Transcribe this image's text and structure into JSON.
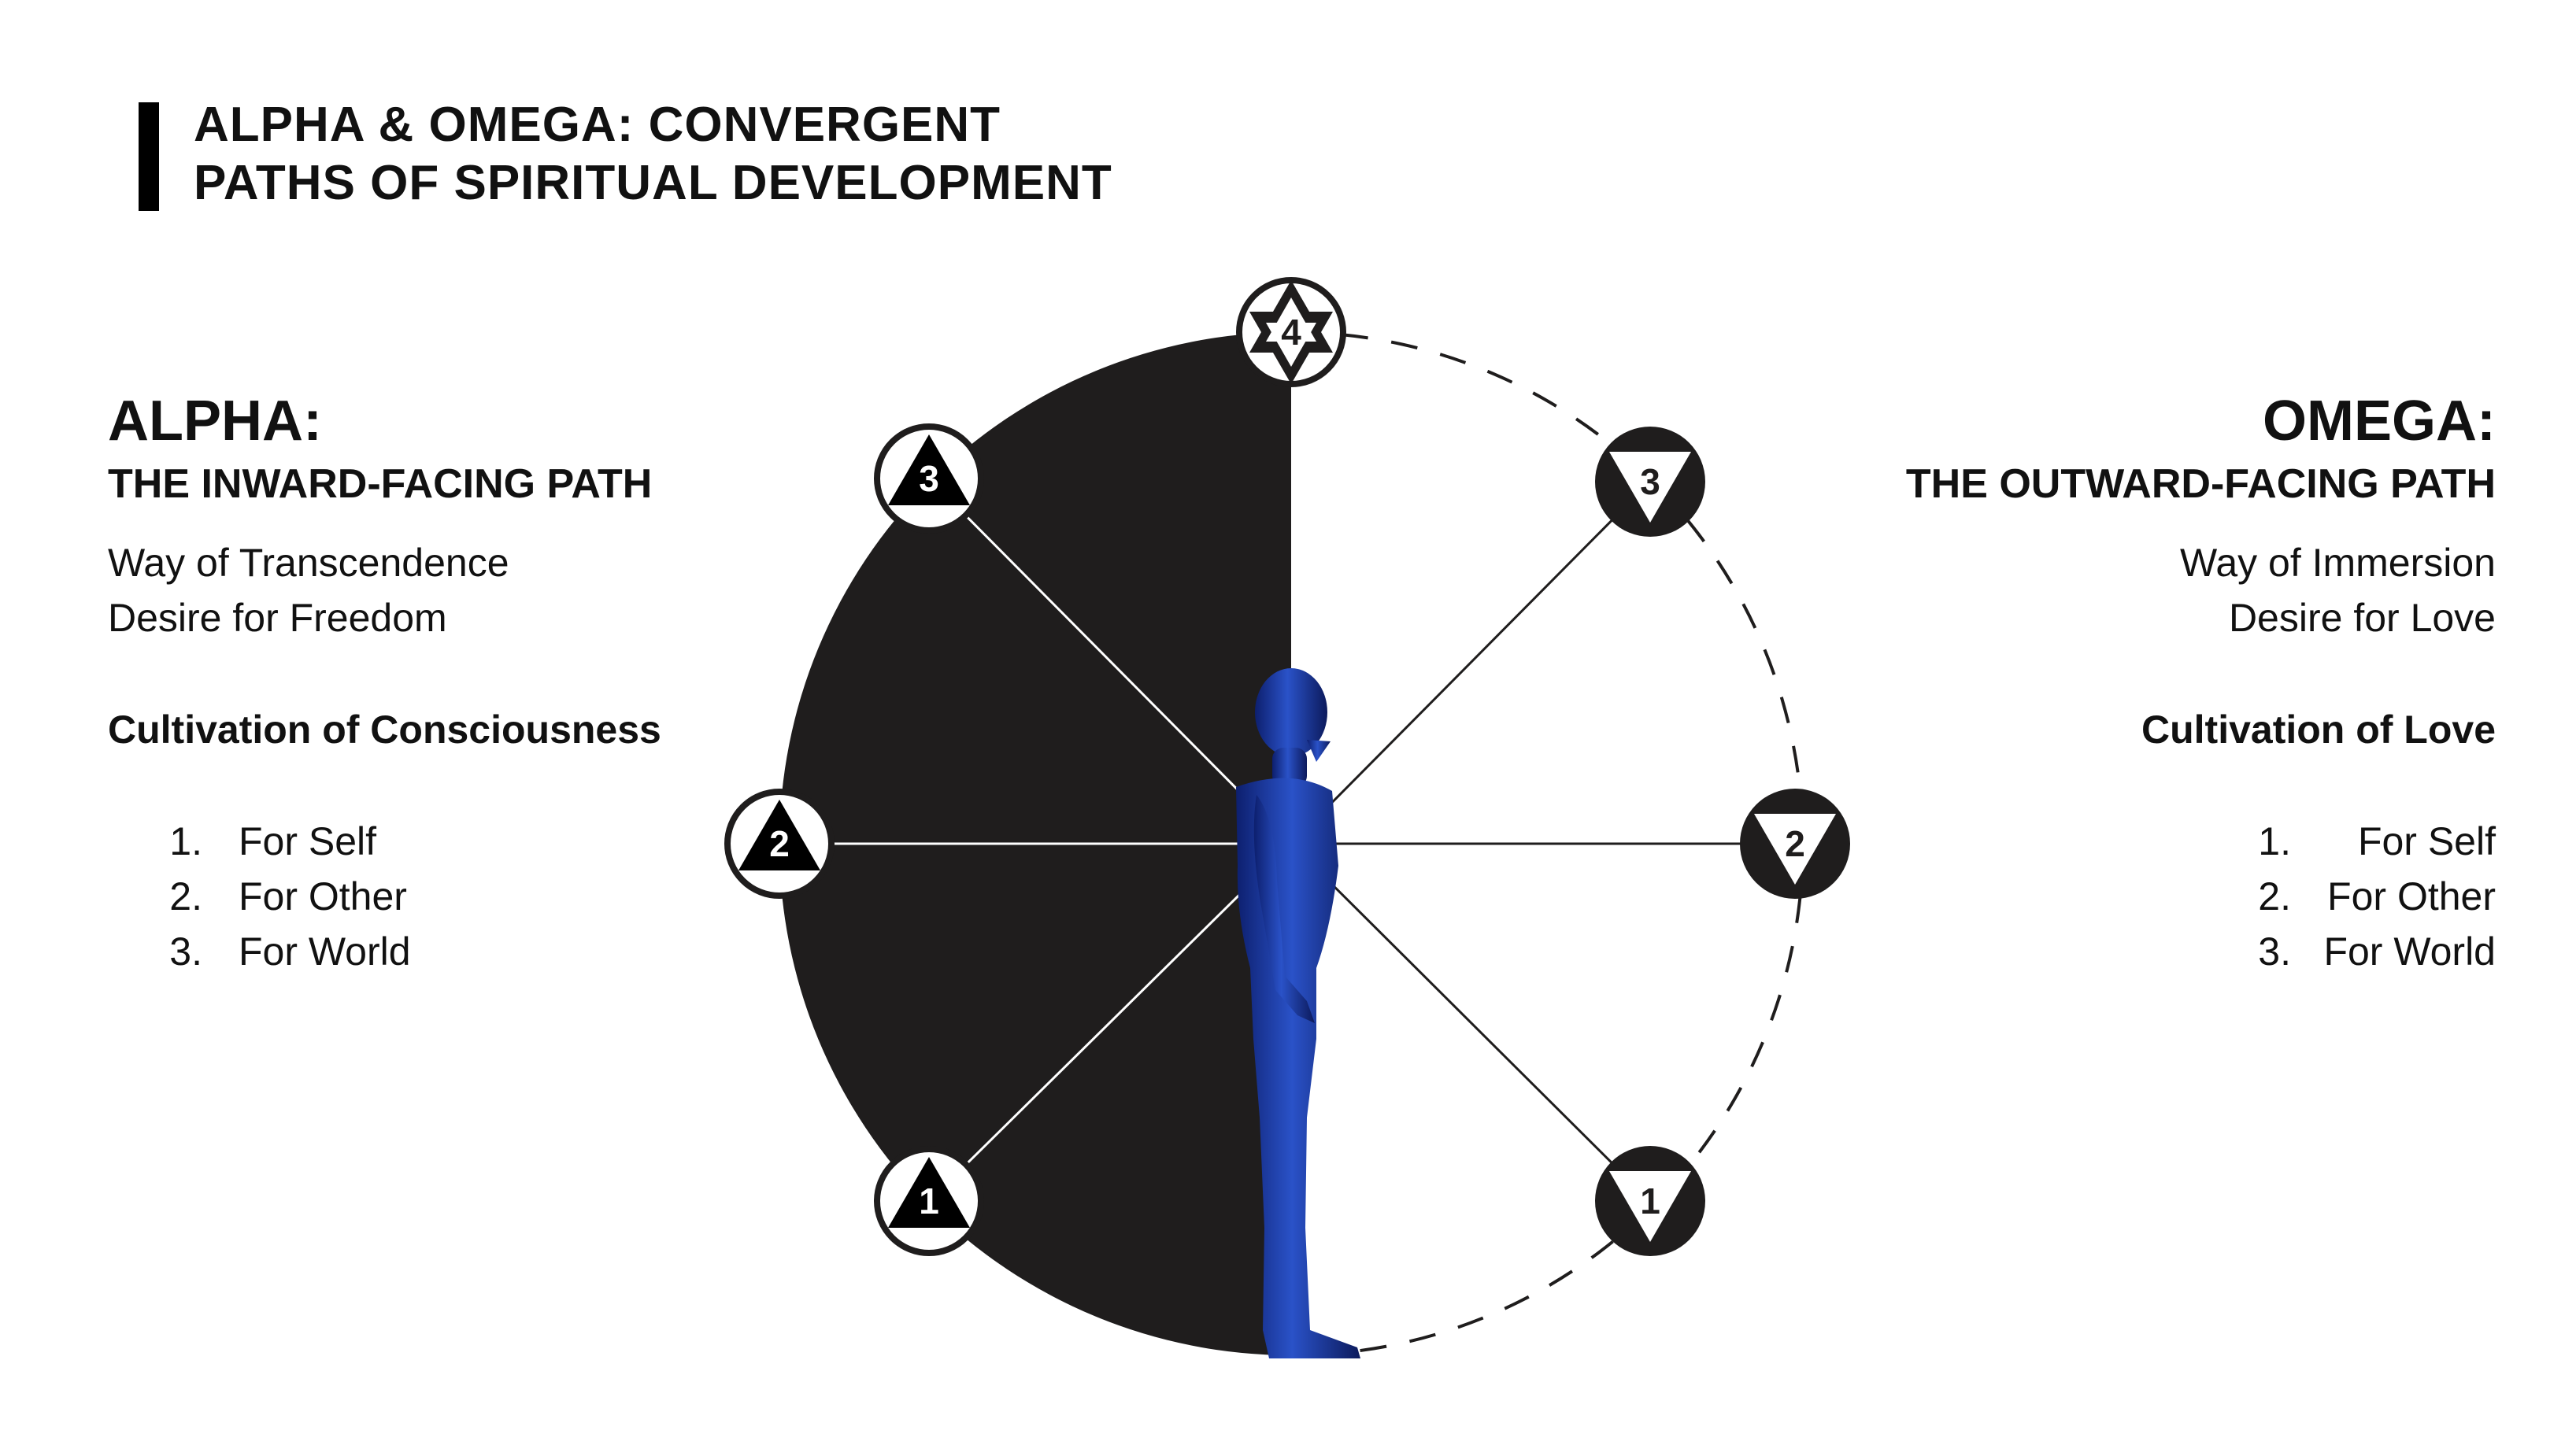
{
  "title": {
    "line1": "ALPHA & OMEGA: CONVERGENT",
    "line2": "PATHS OF SPIRITUAL DEVELOPMENT"
  },
  "alpha": {
    "heading": "ALPHA:",
    "subheading": "THE INWARD-FACING PATH",
    "lines": [
      "Way of Transcendence",
      "Desire for Freedom"
    ],
    "cultivation": "Cultivation of Consciousness",
    "items": [
      {
        "num": "1.",
        "text": "For Self"
      },
      {
        "num": "2.",
        "text": "For Other"
      },
      {
        "num": "3.",
        "text": "For World"
      }
    ]
  },
  "omega": {
    "heading": "OMEGA:",
    "subheading": "THE OUTWARD-FACING PATH",
    "lines": [
      "Way of Immersion",
      "Desire for Love"
    ],
    "cultivation": "Cultivation of Love",
    "items": [
      {
        "num": "1.",
        "text": "For Self"
      },
      {
        "num": "2.",
        "text": "For Other"
      },
      {
        "num": "3.",
        "text": "For World"
      }
    ]
  },
  "diagram": {
    "badges": {
      "top": "4",
      "alpha": [
        "1",
        "2",
        "3"
      ],
      "omega": [
        "1",
        "2",
        "3"
      ]
    },
    "colors": {
      "dark": "#1f1d1d",
      "figure": "#1e3a9e"
    },
    "icons": {
      "alpha_badge": "upward-triangle-icon",
      "omega_badge": "downward-triangle-icon",
      "top_badge": "star-of-david-icon",
      "figure": "human-figure-icon"
    }
  }
}
